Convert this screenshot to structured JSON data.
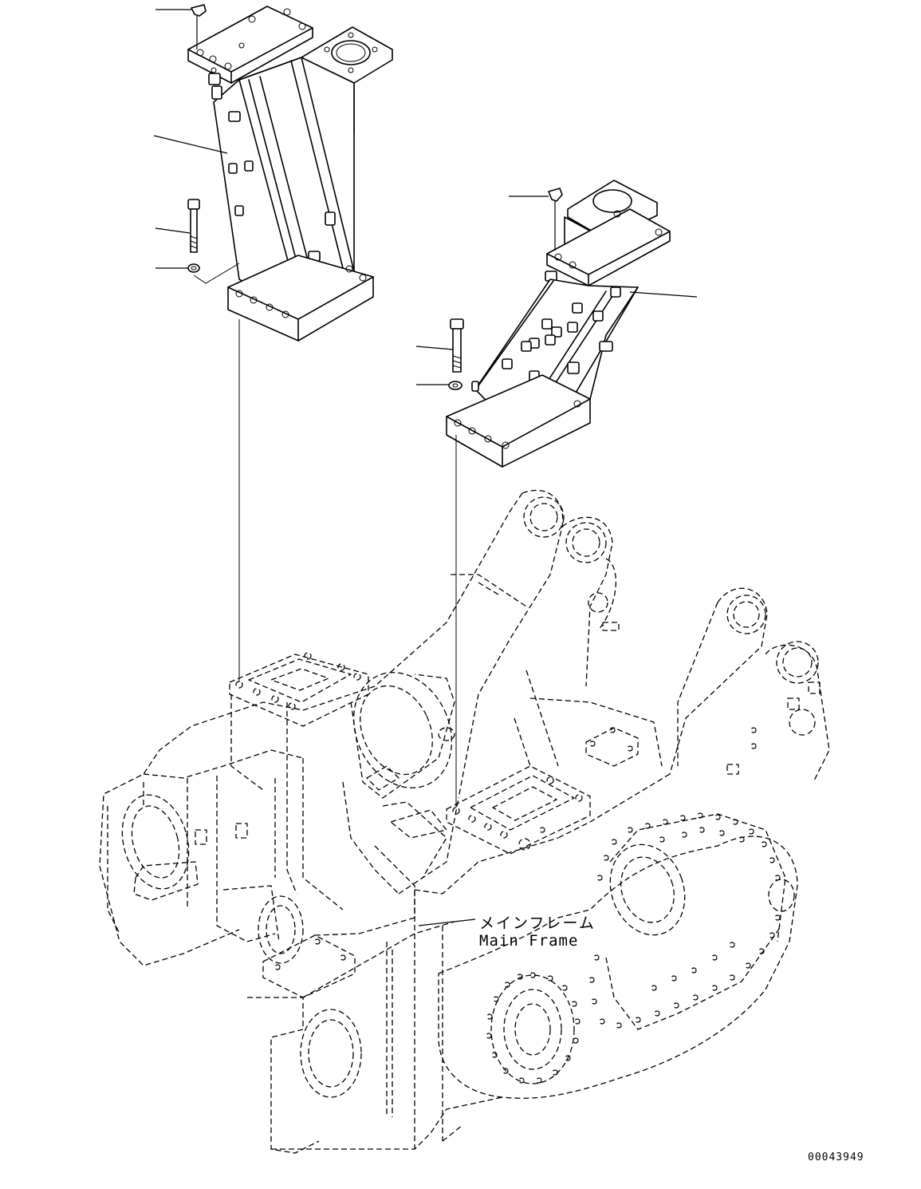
{
  "drawing": {
    "frame_label_jp": "メインフレーム",
    "frame_label_en": "Main Frame",
    "drawing_number": "00043949"
  },
  "callouts": [
    {
      "id": "cap-left",
      "part": "cap"
    },
    {
      "id": "column-left",
      "part": "column bracket"
    },
    {
      "id": "bolt-left",
      "part": "bolt"
    },
    {
      "id": "washer-left",
      "part": "washer"
    },
    {
      "id": "cap-right",
      "part": "cap"
    },
    {
      "id": "column-right",
      "part": "column bracket"
    },
    {
      "id": "bolt-right",
      "part": "bolt"
    },
    {
      "id": "washer-right",
      "part": "washer"
    }
  ],
  "style": {
    "line_color": "#000000",
    "background": "#ffffff"
  }
}
